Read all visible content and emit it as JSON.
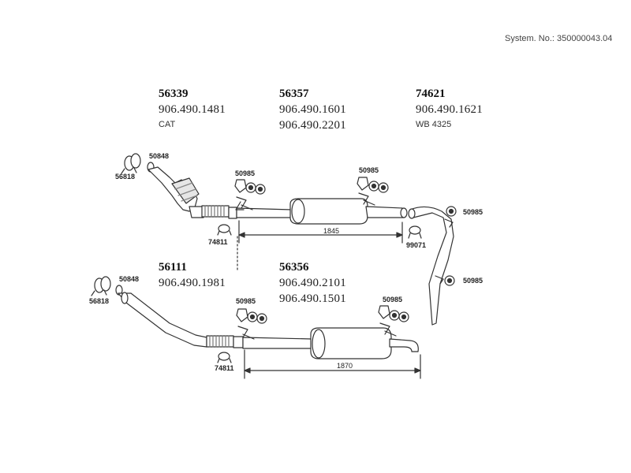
{
  "header": {
    "system_no": "System. No.: 350000043.04"
  },
  "groups": {
    "g1": {
      "part": "56339",
      "oe1": "906.490.1481",
      "note": "CAT"
    },
    "g2": {
      "part": "56357",
      "oe1": "906.490.1601",
      "oe2": "906.490.2201"
    },
    "g3": {
      "part": "74621",
      "oe1": "906.490.1621",
      "note": "WB 4325"
    },
    "g4": {
      "part": "56111",
      "oe1": "906.490.1981"
    },
    "g5": {
      "part": "56356",
      "oe1": "906.490.2101",
      "oe2": "906.490.1501"
    }
  },
  "labels": {
    "upper_gasket": "50848",
    "upper_clamp": "56818",
    "upper_mount_left": "50985",
    "upper_mount_mid": "50985",
    "upper_pipe_clamp": "74811",
    "upper_tail_clamp": "99071",
    "tail_mount_top": "50985",
    "tail_mount_bottom": "50985",
    "lower_gasket": "50848",
    "lower_clamp": "56818",
    "lower_mount_left": "50985",
    "lower_mount_mid": "50985",
    "lower_pipe_clamp": "74811"
  },
  "dimensions": {
    "upper_length": "1845",
    "lower_length": "1870"
  },
  "colors": {
    "line": "#333333",
    "fill": "#ffffff",
    "hatch": "#9a9a9a"
  }
}
